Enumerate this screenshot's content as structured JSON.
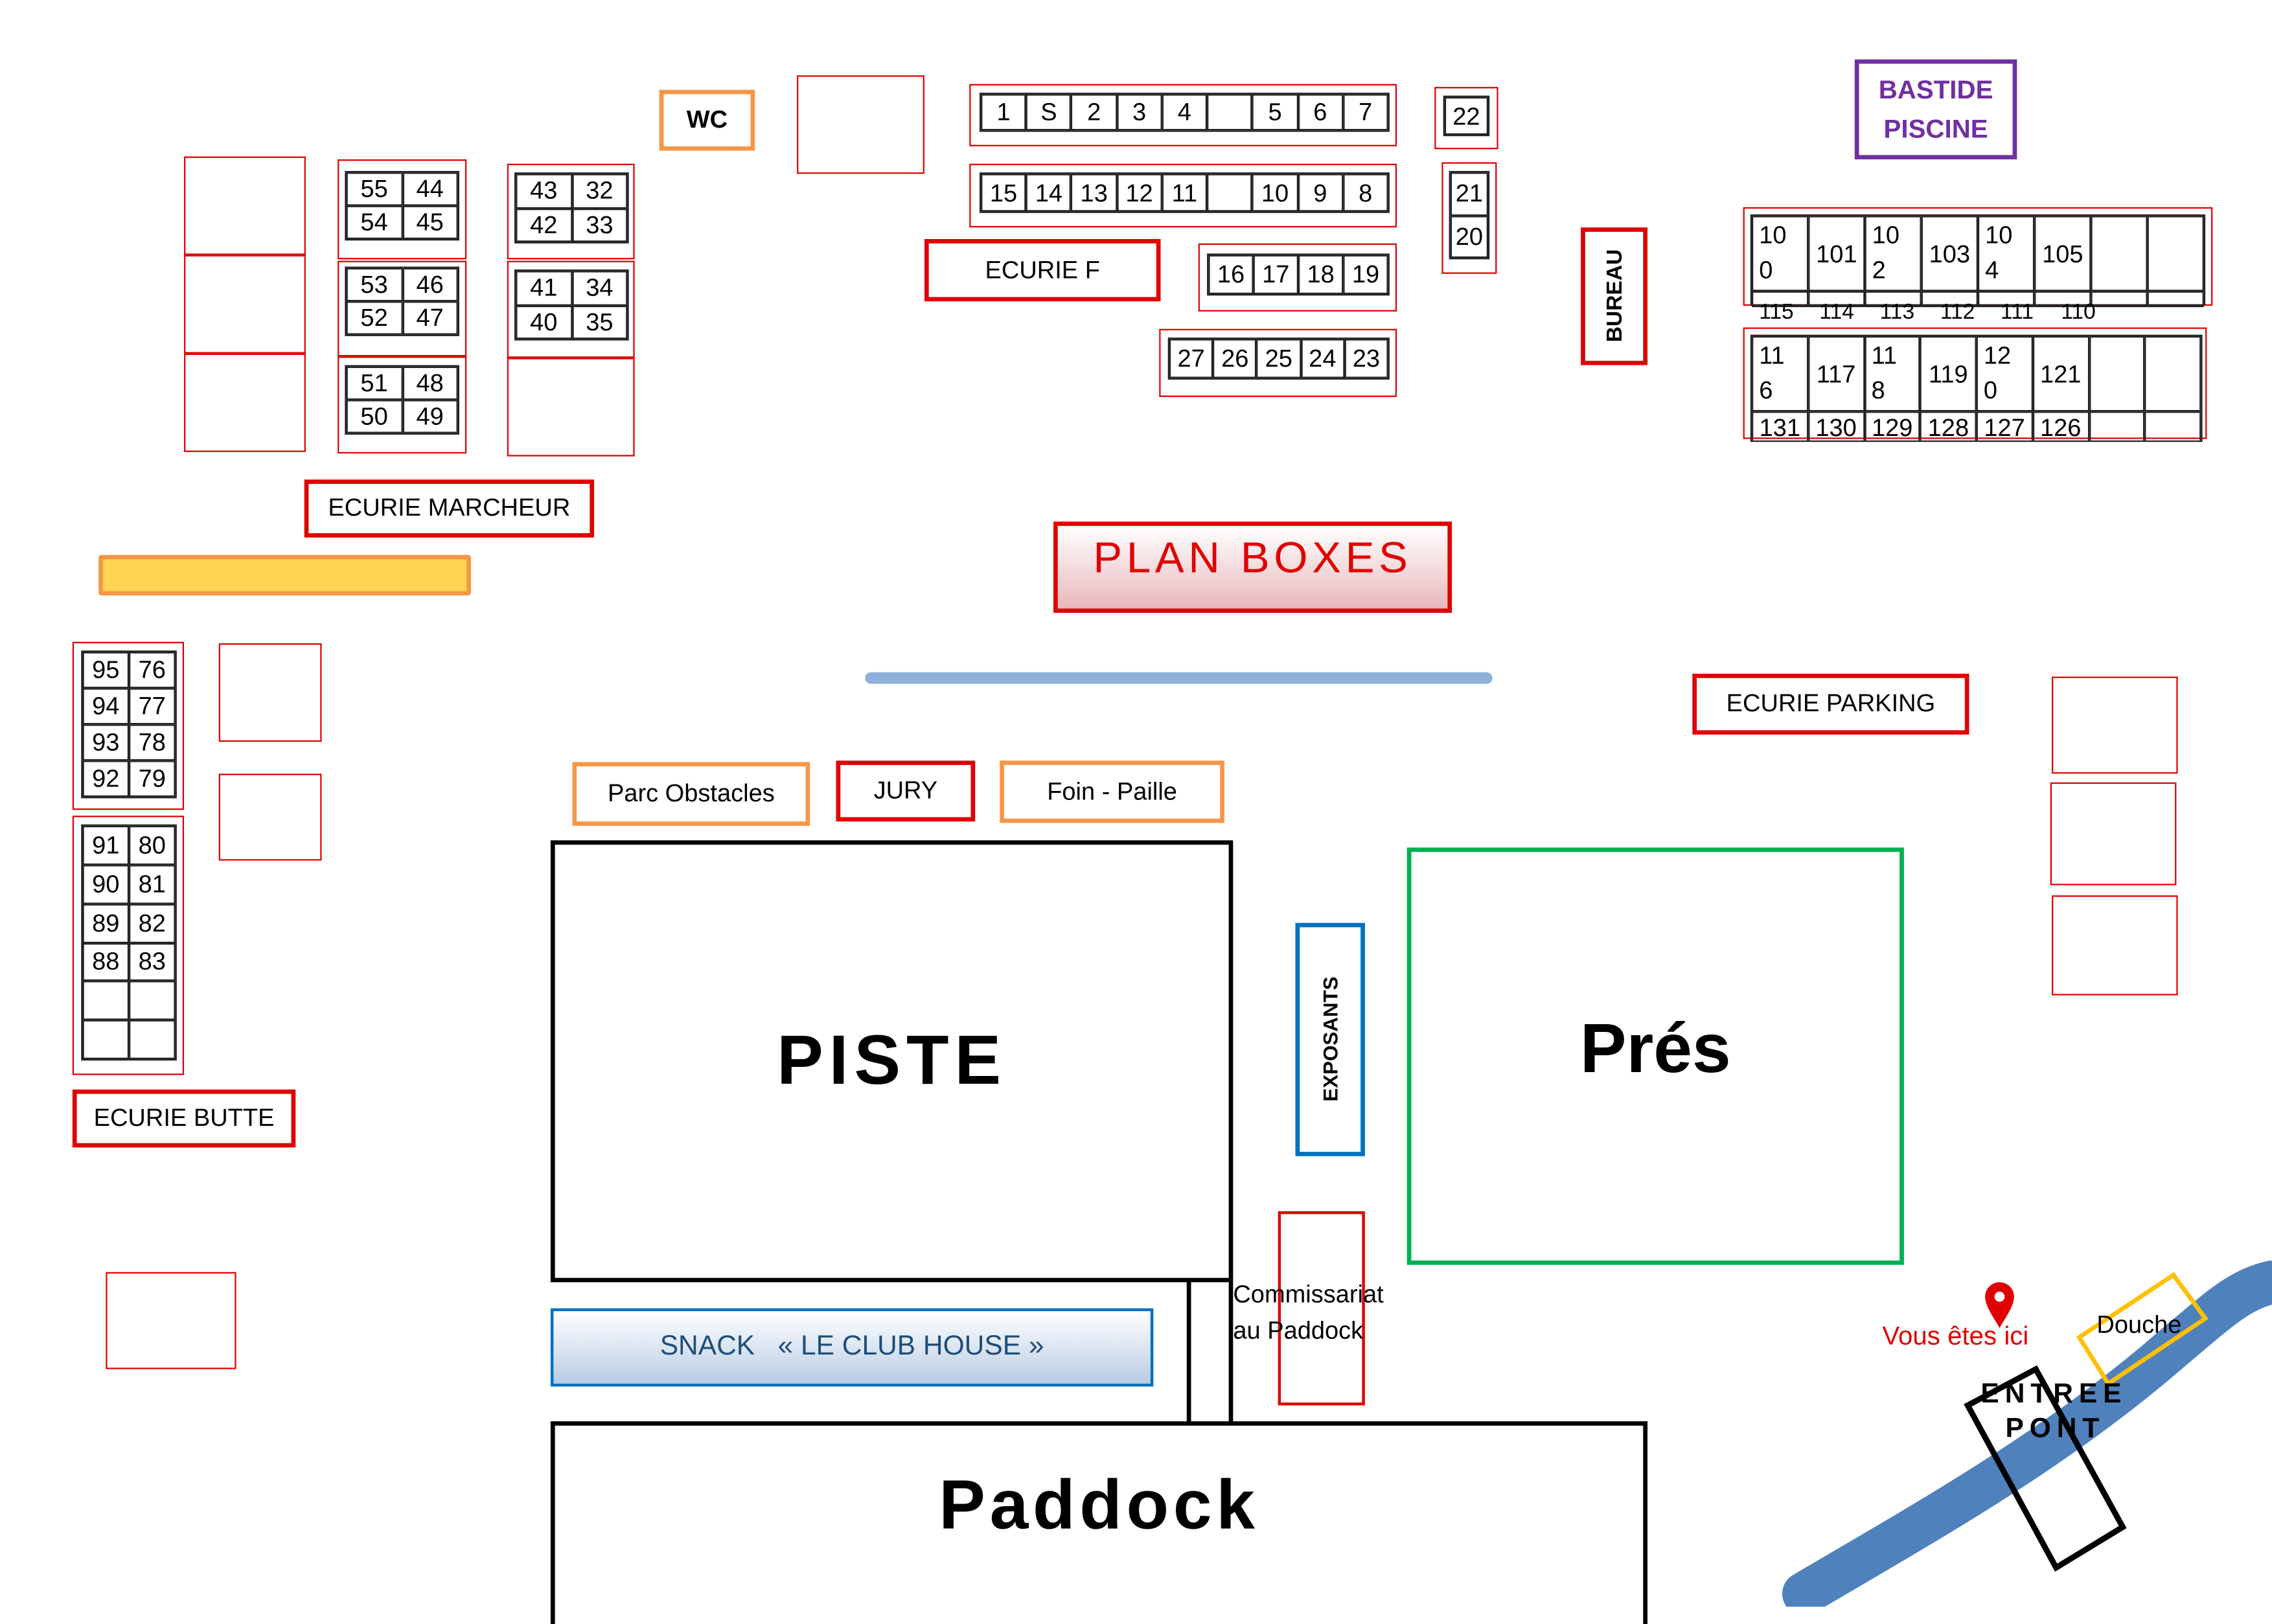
{
  "labels": {
    "wc": "WC",
    "ecurie_f": "ECURIE F",
    "bureau": "BUREAU",
    "bastide": "BASTIDE PISCINE",
    "ecurie_marcheur": "ECURIE MARCHEUR",
    "plan_boxes": "PLAN BOXES",
    "ecurie_parking": "ECURIE PARKING",
    "ecurie_butte": "ECURIE BUTTE",
    "parc_obstacles": "Parc Obstacles",
    "jury": "JURY",
    "foin_paille": "Foin - Paille",
    "piste": "PISTE",
    "exposants": "EXPOSANTS",
    "pres": "Prés",
    "commissariat": "Commissariat au Paddock",
    "snack": "SNACK   « LE CLUB HOUSE »",
    "paddock": "Paddock",
    "vous_etes_ici": "Vous êtes ici",
    "douche": "Douche",
    "entree": "ENTREE",
    "pont": "PONT"
  },
  "grids": {
    "row_1": [
      [
        "1",
        "S",
        "2",
        "3",
        "4",
        "",
        "5",
        "6",
        "7"
      ]
    ],
    "row_15": [
      [
        "15",
        "14",
        "13",
        "12",
        "11",
        "",
        "10",
        "9",
        "8"
      ]
    ],
    "row_16": [
      [
        "16",
        "17",
        "18",
        "19"
      ]
    ],
    "row_27": [
      [
        "27",
        "26",
        "25",
        "24",
        "23"
      ]
    ],
    "box_22": [
      [
        "22"
      ]
    ],
    "box_21": [
      [
        "21"
      ],
      [
        "20"
      ]
    ],
    "col_55": [
      [
        "55",
        "44"
      ],
      [
        "54",
        "45"
      ]
    ],
    "col_53": [
      [
        "53",
        "46"
      ],
      [
        "52",
        "47"
      ]
    ],
    "col_51": [
      [
        "51",
        "48"
      ],
      [
        "50",
        "49"
      ]
    ],
    "col_43": [
      [
        "43",
        "32"
      ],
      [
        "42",
        "33"
      ]
    ],
    "col_41": [
      [
        "41",
        "34"
      ],
      [
        "40",
        "35"
      ]
    ],
    "col_95": [
      [
        "95",
        "76"
      ],
      [
        "94",
        "77"
      ],
      [
        "93",
        "78"
      ],
      [
        "92",
        "79"
      ]
    ],
    "col_91": [
      [
        "91",
        "80"
      ],
      [
        "90",
        "81"
      ],
      [
        "89",
        "82"
      ],
      [
        "88",
        "83"
      ],
      [
        "",
        ""
      ],
      [
        "",
        ""
      ]
    ],
    "row_100": [
      [
        "10 0",
        "101",
        "10 2",
        "103",
        "10 4",
        "105",
        "",
        ""
      ],
      [
        "",
        "",
        "",
        "",
        "",
        "",
        "",
        ""
      ]
    ],
    "row_116": [
      [
        "11 6",
        "117",
        "11 8",
        "119",
        "12 0",
        "121",
        "",
        ""
      ],
      [
        "131",
        "130",
        "129",
        "128",
        "127",
        "126",
        "",
        ""
      ]
    ]
  },
  "row_100_below": [
    "115",
    "114",
    "113",
    "112",
    "111",
    "110"
  ],
  "colors": {
    "red": "#e00000",
    "orange": "#f79646",
    "yellow": "#ffd452",
    "purple": "#7030a0",
    "green": "#00b050",
    "blue": "#0070c0",
    "river": "#4f81bd",
    "douche": "#ffc000"
  }
}
